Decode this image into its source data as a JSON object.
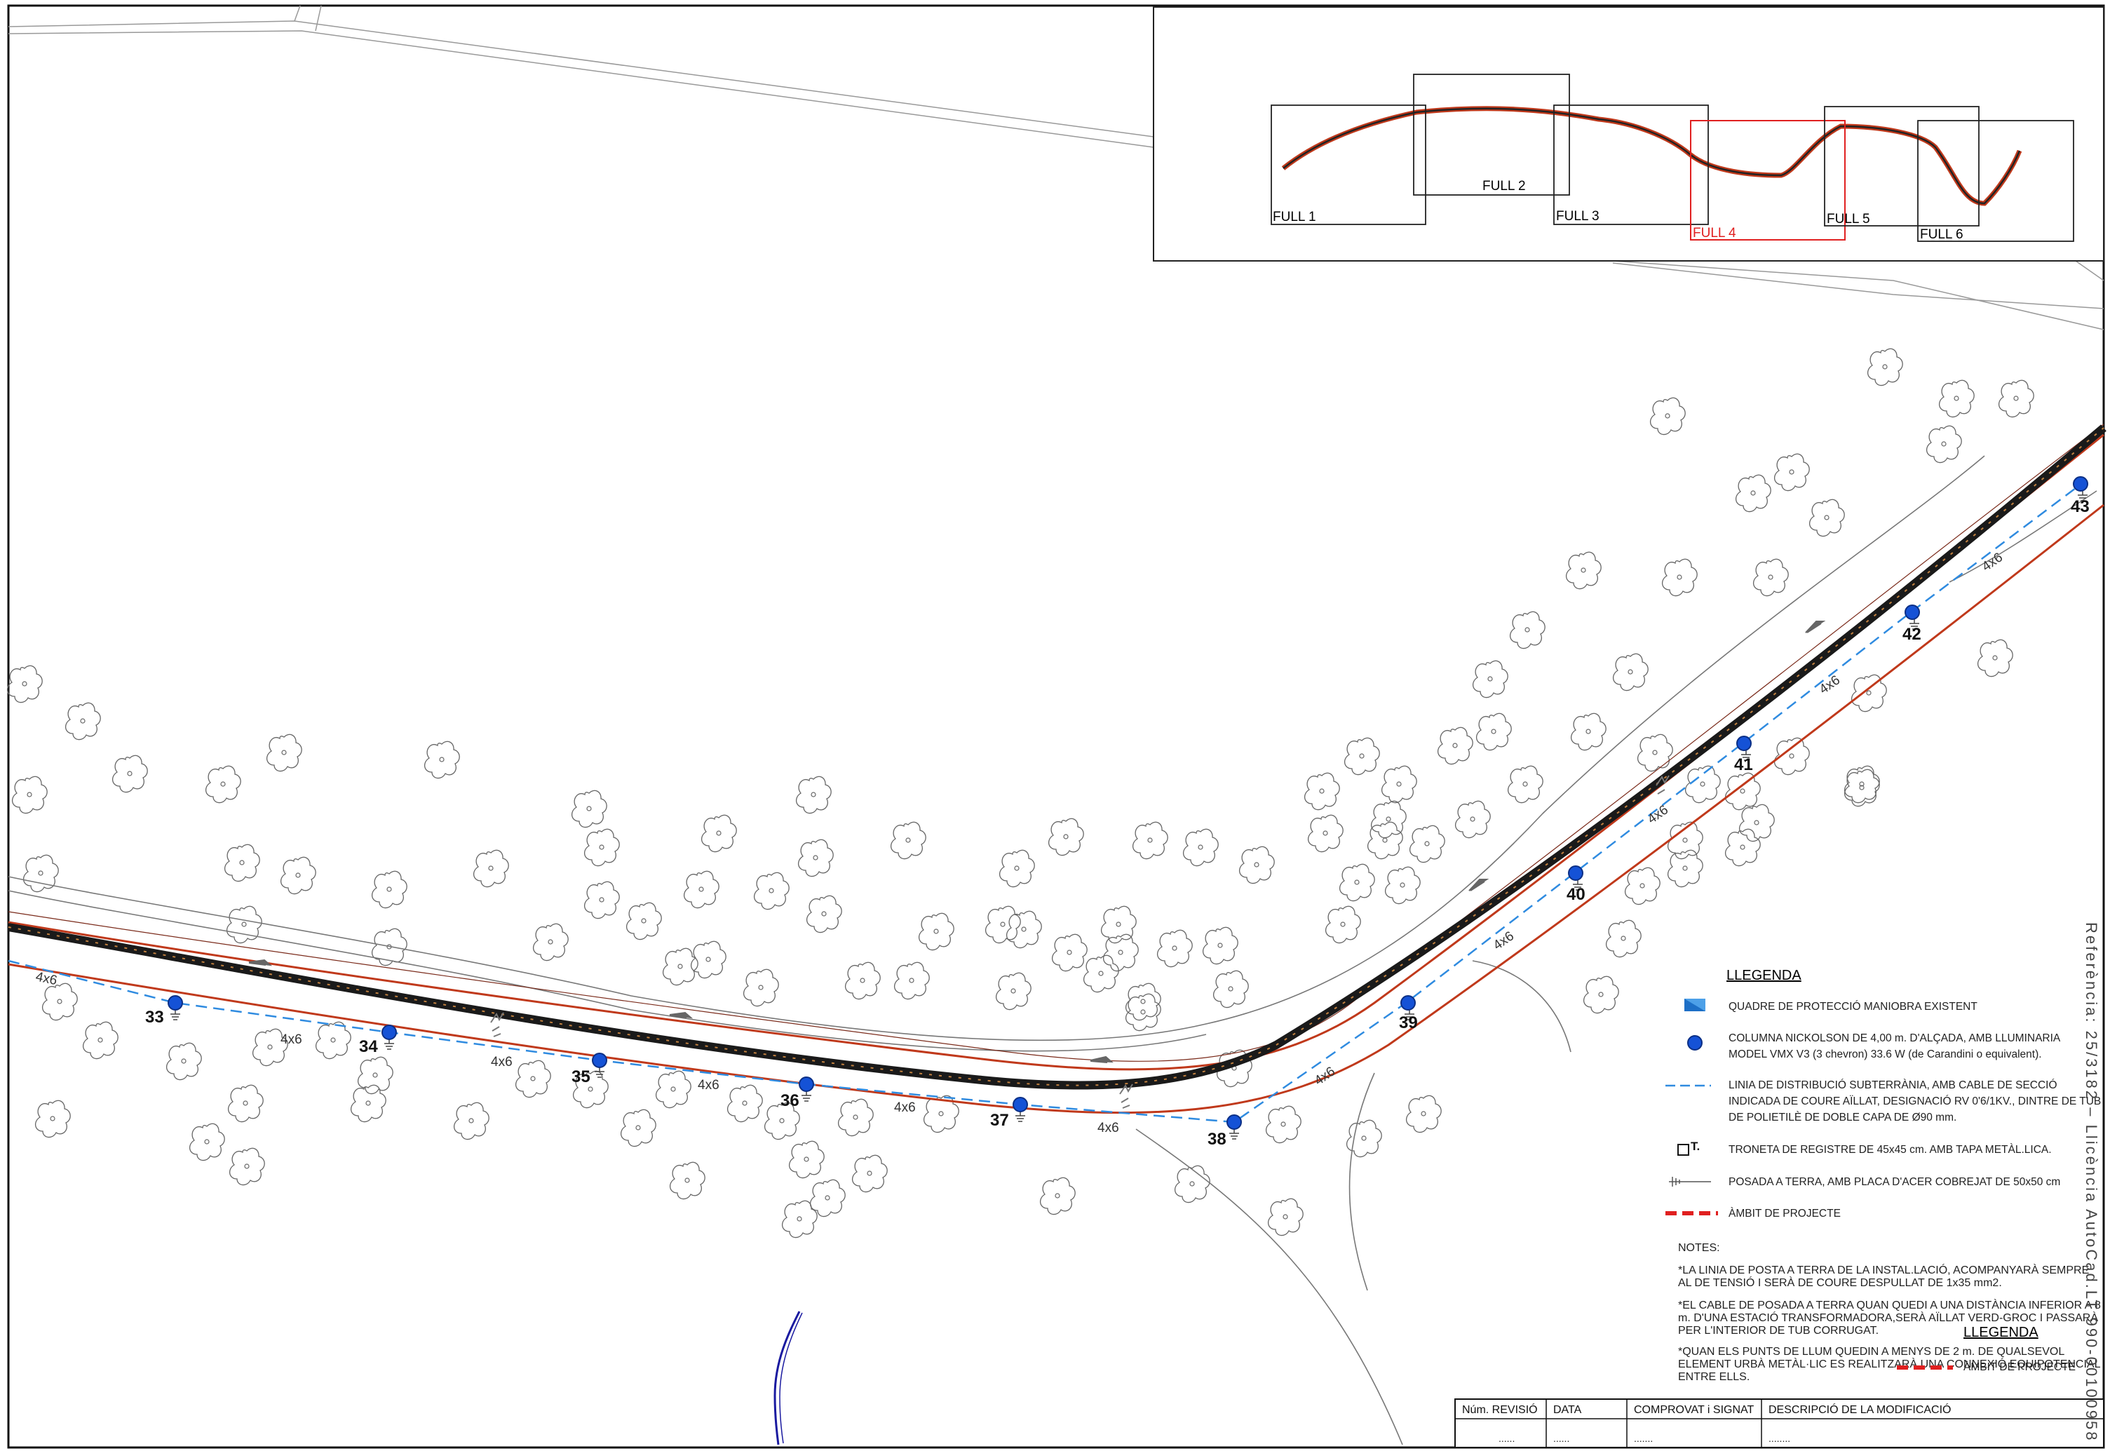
{
  "sheet_reference": "Referència: 25/3182  –  Llicència AutoCad.LT 990-00100958",
  "colors": {
    "road_edge": "#c0391b",
    "road_center": "#1a1a1a",
    "cable": "#2f8be0",
    "post": "#1552d6",
    "project_limit": "#e02020",
    "current_sheet": "#e02020"
  },
  "key_map": {
    "sheets": [
      {
        "label": "FULL 1",
        "current": false
      },
      {
        "label": "FULL 2",
        "current": false
      },
      {
        "label": "FULL 3",
        "current": false
      },
      {
        "label": "FULL 4",
        "current": true
      },
      {
        "label": "FULL 5",
        "current": false
      },
      {
        "label": "FULL 6",
        "current": false
      }
    ]
  },
  "posts": [
    "33",
    "34",
    "35",
    "36",
    "37",
    "38",
    "39",
    "40",
    "41",
    "42",
    "43"
  ],
  "cable_label": "4x6",
  "legend": {
    "title": "LLEGENDA",
    "items": [
      {
        "icon": "protection-panel-icon",
        "text": [
          "QUADRE DE PROTECCIÓ MANIOBRA EXISTENT"
        ]
      },
      {
        "icon": "lamp-post-icon",
        "text": [
          "COLUMNA NICKOLSON DE 4,00 m. D'ALÇADA, AMB LLUMINARIA",
          "MODEL VMX V3 (3 chevron)  33.6 W (de Carandini o equivalent)."
        ]
      },
      {
        "icon": "underground-line-icon",
        "text": [
          "LINIA DE DISTRIBUCIÓ SUBTERRÀNIA, AMB CABLE DE SECCIÓ",
          "INDICADA DE COURE AÏLLAT, DESIGNACIÓ RV 0'6/1KV., DINTRE DE TUB",
          "DE POLIETILÈ DE DOBLE CAPA DE Ø90 mm."
        ]
      },
      {
        "icon": "junction-box-icon",
        "text": [
          "TRONETA DE REGISTRE DE 45x45 cm. AMB TAPA METÀL.LICA."
        ]
      },
      {
        "icon": "earthing-icon",
        "text": [
          "POSADA A TERRA, AMB PLACA D'ACER COBREJAT DE 50x50 cm"
        ]
      },
      {
        "icon": "project-limit-icon",
        "text": [
          "ÀMBIT DE PROJECTE"
        ]
      }
    ]
  },
  "notes": {
    "title": "NOTES:",
    "items": [
      [
        "*LA LINIA DE POSTA A TERRA DE LA INSTAL.LACIÓ, ACOMPANYARÀ SEMPRE",
        "AL DE TENSIÓ I SERÀ DE COURE DESPULLAT DE 1x35 mm2."
      ],
      [
        "*EL CABLE DE POSADA A TERRA QUAN QUEDI A UNA DISTÀNCIA INFERIOR A 8",
        "m. D'UNA ESTACIÓ TRANSFORMADORA,SERÀ AÏLLAT VERD-GROC I PASSARÀ",
        "PER L'INTERIOR DE TUB CORRUGAT."
      ],
      [
        "*QUAN ELS PUNTS DE LLUM QUEDIN A MENYS DE 2 m. DE QUALSEVOL",
        "ELEMENT URBÀ METÀL·LIC ES REALITZARÀ UNA CONNEXIÓ EQUIPOTENCIAL",
        "ENTRE ELLS."
      ]
    ],
    "ghost_legend_title": "LLEGENDA",
    "ghost_limit_label": "ÀMBIT DE PROJECTE"
  },
  "revision_table": {
    "headers": [
      "Núm. REVISIÓ",
      "DATA",
      "COMPROVAT i SIGNAT",
      "DESCRIPCIÓ DE LA MODIFICACIÓ"
    ],
    "row": [
      "......",
      "......",
      ".......",
      "........"
    ]
  }
}
